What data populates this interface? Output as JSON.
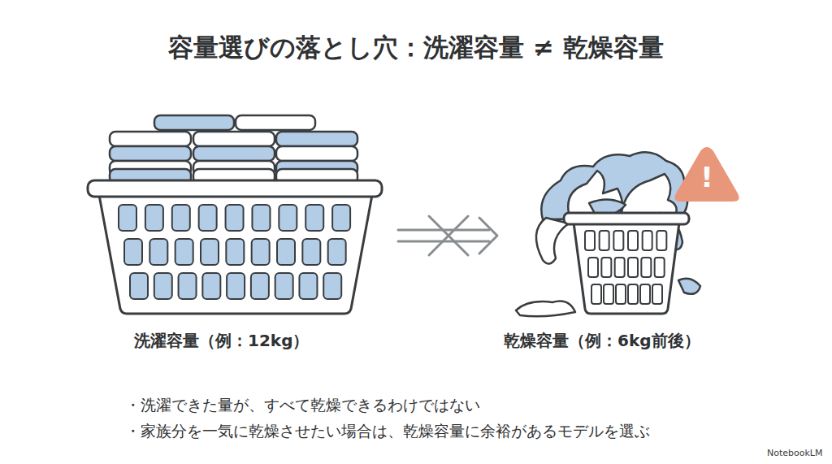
{
  "diagram": {
    "title": "容量選びの落とし穴：洗濯容量 ≠ 乾燥容量",
    "nodes": [
      {
        "text": [
          "洗濯容量（例：12kg）"
        ]
      },
      {
        "text": [
          "乾燥容量（例：6kg前後）"
        ]
      }
    ],
    "edges": [
      {
        "from": 0,
        "to": 1,
        "arrow": "to"
      }
    ],
    "labels": [
      "!",
      "・洗濯できた量が、すべて乾燥できるわけではない",
      "・家族分を一気に乾燥させたい場合は、乾燥容量に余裕があるモデルを選ぶ",
      "NotebookLM"
    ]
  }
}
